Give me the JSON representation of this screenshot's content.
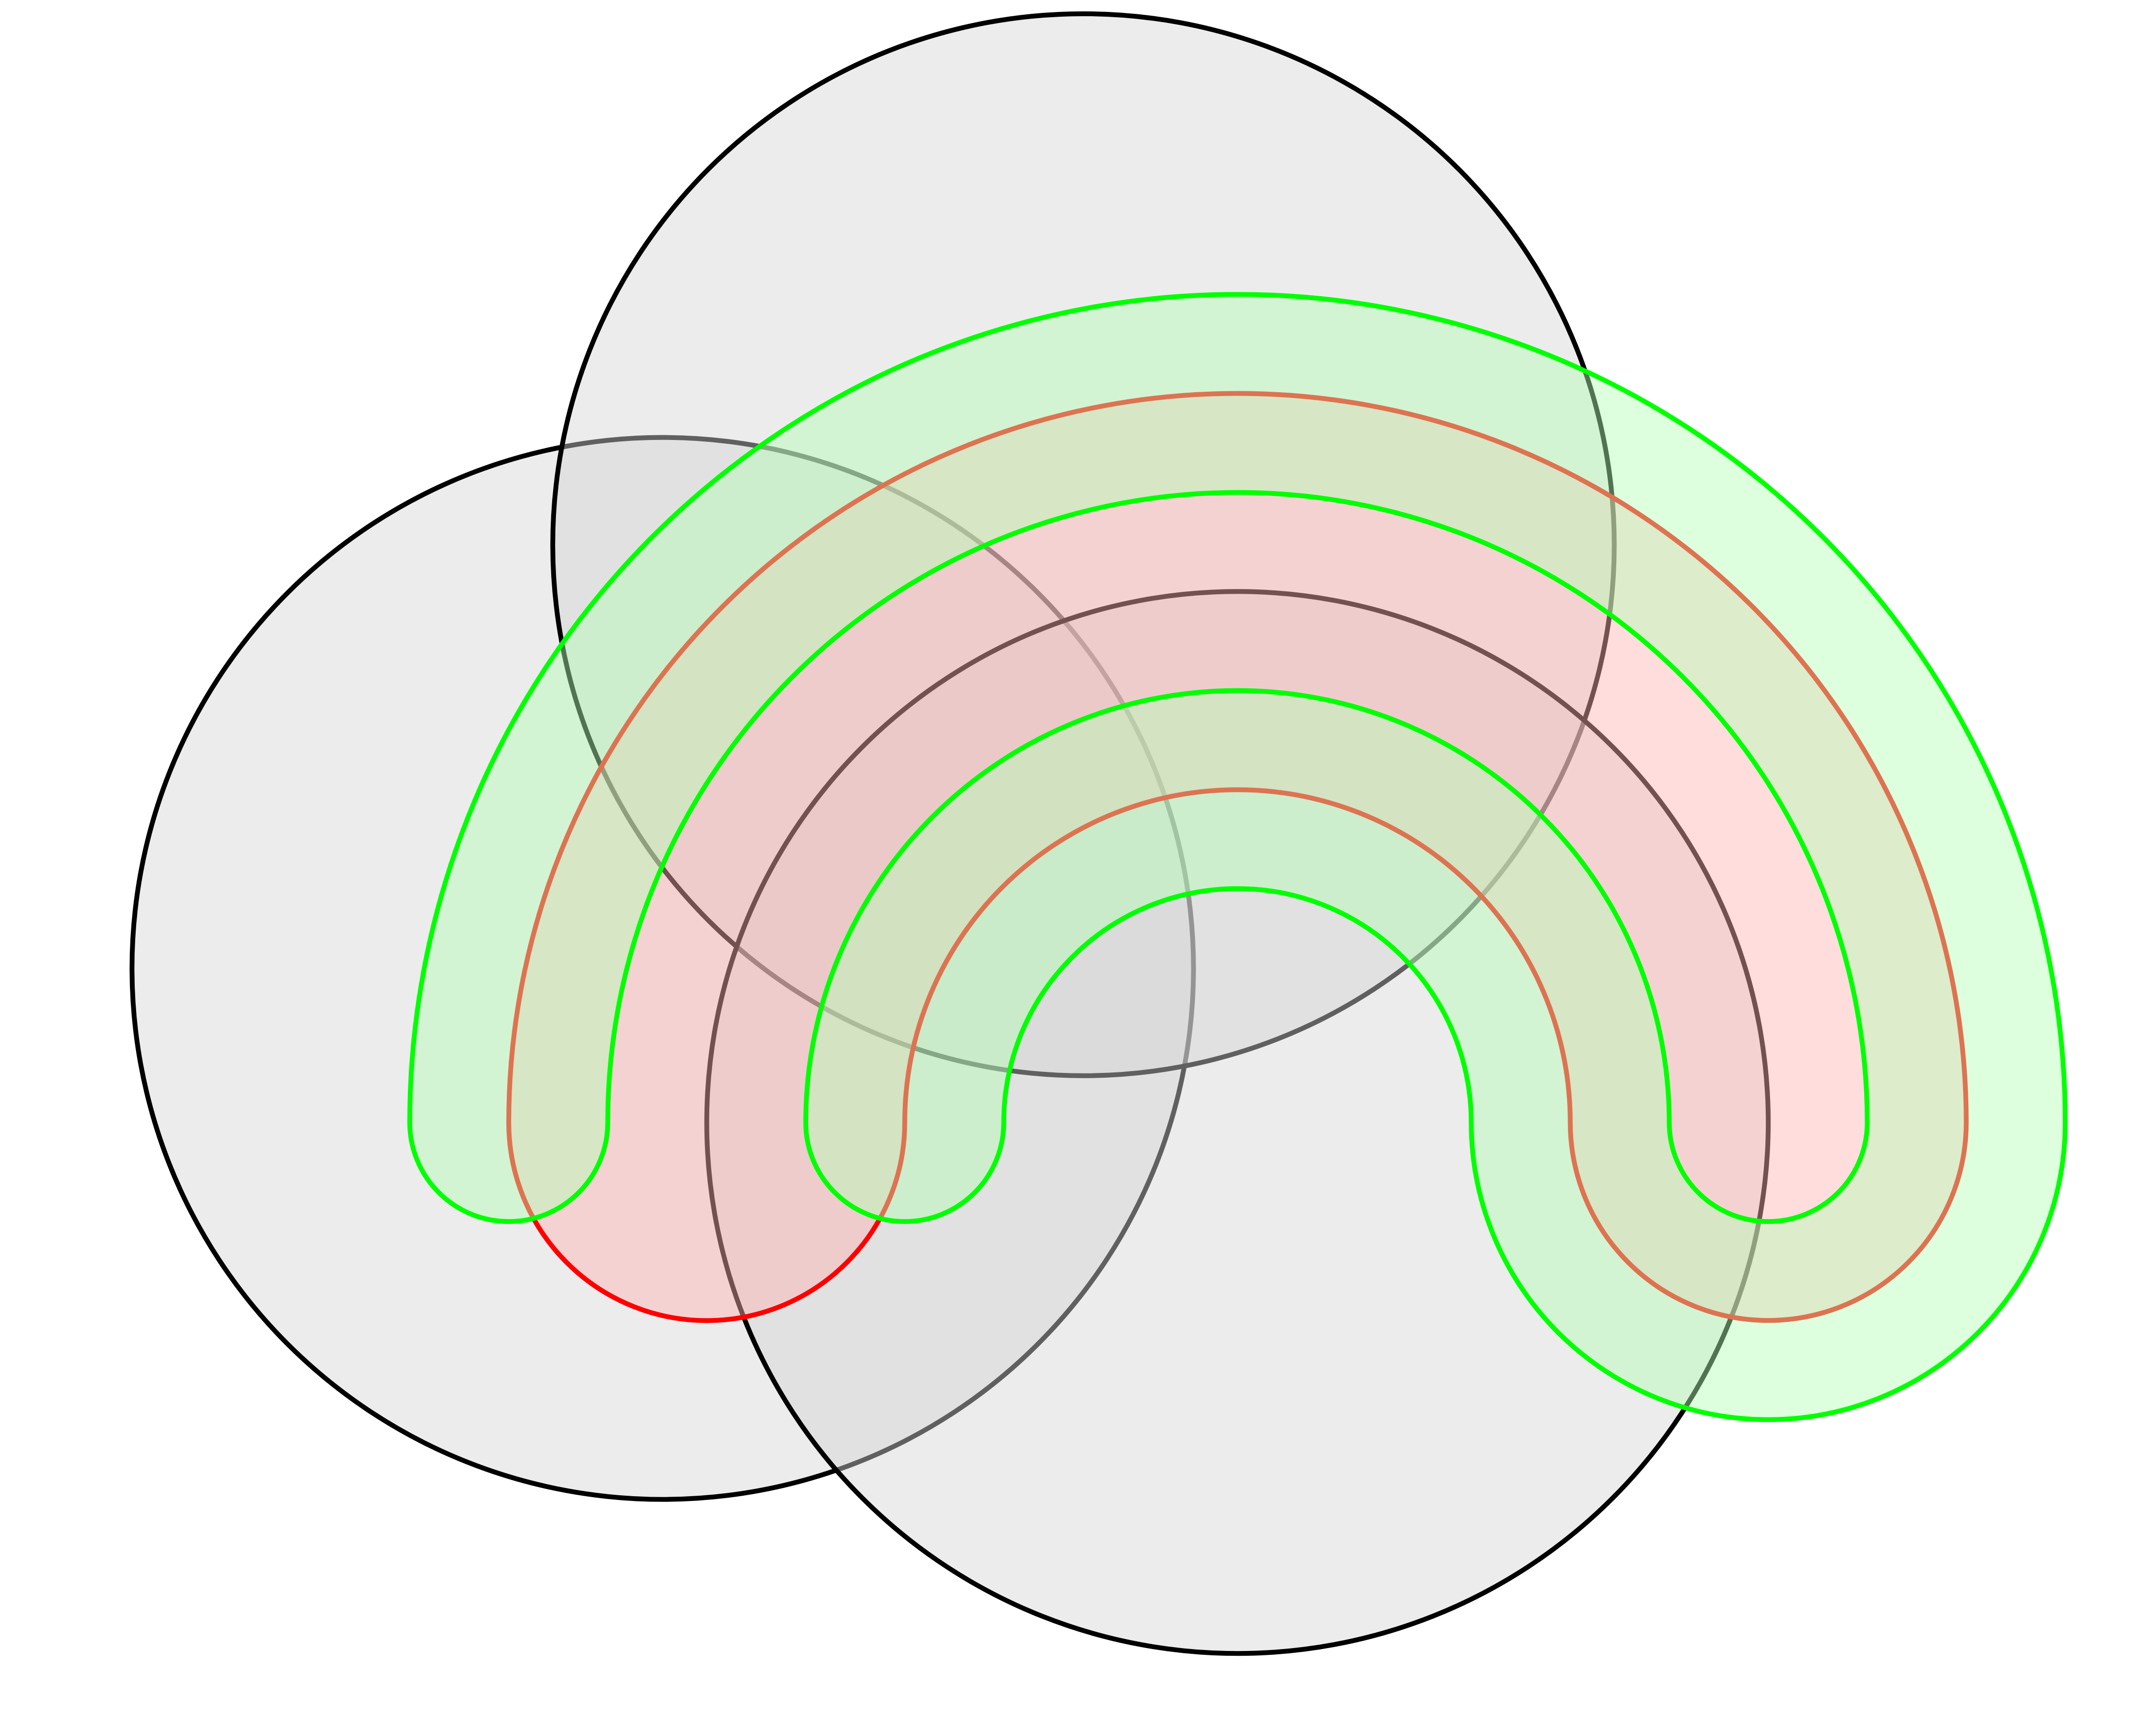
{
  "diagram": {
    "type": "venn-diagram",
    "sets": [
      {
        "name": "set-left-circle",
        "shape": "circle",
        "stroke": "#000000",
        "fill": "#d4d4d4"
      },
      {
        "name": "set-top-circle",
        "shape": "circle",
        "stroke": "#000000",
        "fill": "#d4d4d4"
      },
      {
        "name": "set-bottom-circle",
        "shape": "circle",
        "stroke": "#000000",
        "fill": "#d4d4d4"
      },
      {
        "name": "set-red-arch",
        "shape": "arch",
        "stroke": "#ff0000",
        "fill": "#ffb3b3"
      },
      {
        "name": "set-green-outer-arch",
        "shape": "arch",
        "stroke": "#00ff00",
        "fill": "#b3ffb3"
      },
      {
        "name": "set-green-inner-arch",
        "shape": "arch",
        "stroke": "#00ff00",
        "fill": "#b3ffb3"
      }
    ]
  },
  "colors": {
    "background": "#ffffff",
    "circle_stroke": "#000000",
    "circle_fill": "#d4d4d4",
    "red_stroke": "#ff0000",
    "red_fill": "#ffb3b3",
    "green_stroke": "#00ff00",
    "green_fill": "#b3ffb3"
  }
}
